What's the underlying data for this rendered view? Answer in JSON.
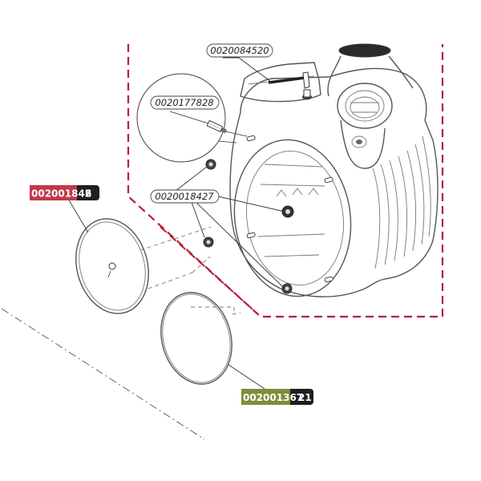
{
  "colors": {
    "boundary": "#b51f3c",
    "highlight_red": "#c0394a",
    "highlight_olive": "#7f8d3b",
    "badge_dark": "#1f1f1f",
    "line": "#555555"
  },
  "callouts": {
    "top_part": "0020084520",
    "zoom_part": "0020177828",
    "screw_part": "0020018427"
  },
  "badges": {
    "left": {
      "prefix": "002001842",
      "suffix": "6"
    },
    "bottom": {
      "prefix": "002001367",
      "suffix": "21"
    }
  }
}
